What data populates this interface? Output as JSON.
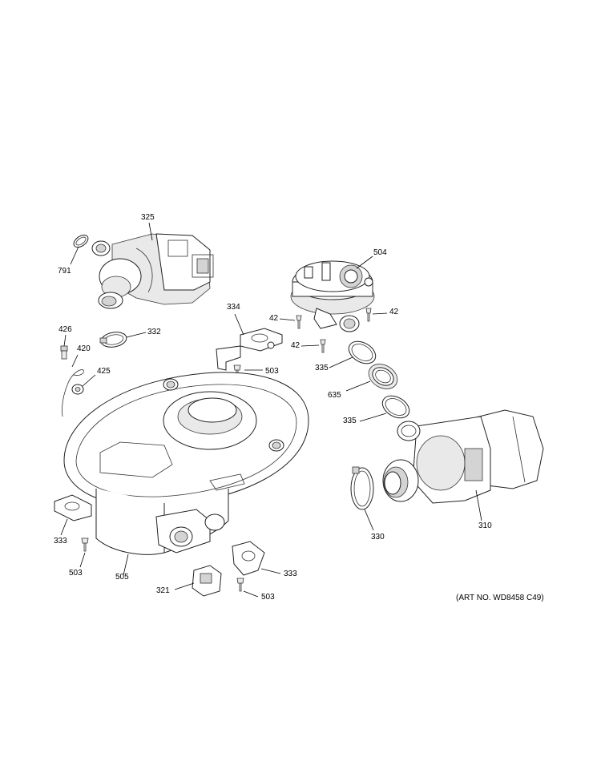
{
  "art_number": "(ART NO. WD8458 C49)",
  "callouts": [
    {
      "id": "c325",
      "text": "325"
    },
    {
      "id": "c791",
      "text": "791"
    },
    {
      "id": "c504",
      "text": "504"
    },
    {
      "id": "c334",
      "text": "334"
    },
    {
      "id": "c42a",
      "text": "42"
    },
    {
      "id": "c42b",
      "text": "42"
    },
    {
      "id": "c42c",
      "text": "42"
    },
    {
      "id": "c426",
      "text": "426"
    },
    {
      "id": "c332",
      "text": "332"
    },
    {
      "id": "c420",
      "text": "420"
    },
    {
      "id": "c425",
      "text": "425"
    },
    {
      "id": "c503a",
      "text": "503"
    },
    {
      "id": "c335a",
      "text": "335"
    },
    {
      "id": "c635",
      "text": "635"
    },
    {
      "id": "c335b",
      "text": "335"
    },
    {
      "id": "c310",
      "text": "310"
    },
    {
      "id": "c330",
      "text": "330"
    },
    {
      "id": "c333a",
      "text": "333"
    },
    {
      "id": "c503b",
      "text": "503"
    },
    {
      "id": "c505",
      "text": "505"
    },
    {
      "id": "c333b",
      "text": "333"
    },
    {
      "id": "c321",
      "text": "321"
    },
    {
      "id": "c503c",
      "text": "503"
    }
  ]
}
